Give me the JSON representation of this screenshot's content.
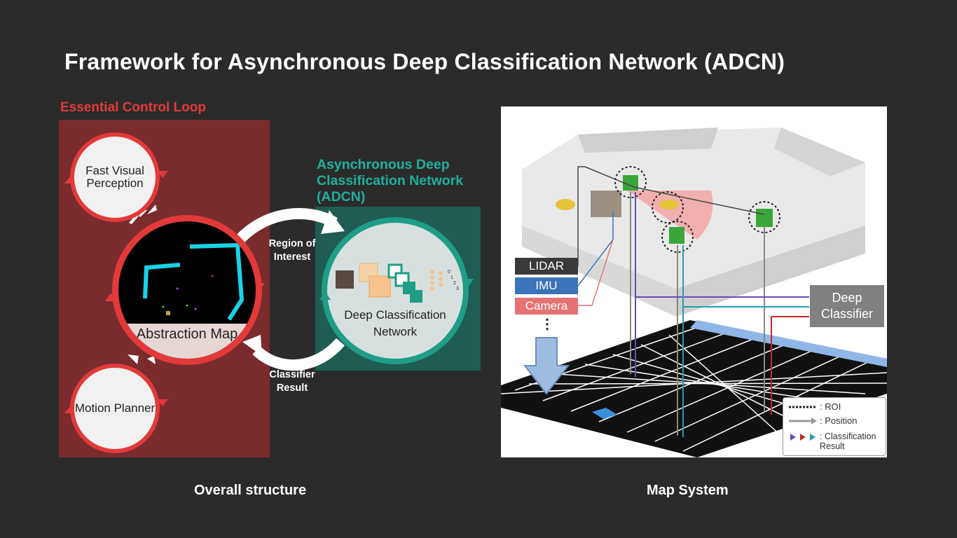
{
  "slide": {
    "title": "Framework for Asynchronous Deep Classification Network (ADCN)"
  },
  "overall_structure": {
    "caption": "Overall structure",
    "essential_control_loop": {
      "title": "Essential Control Loop",
      "color": "#e23a3a",
      "panel_color": "#7a2b2d"
    },
    "nodes": {
      "fast_visual_perception": "Fast Visual Perception",
      "abstraction_map": "Abstraction Map",
      "motion_planner": "Motion Planner"
    },
    "adcn": {
      "title": "Asynchronous Deep Classification Network (ADCN)",
      "color": "#20b09a",
      "panel_color": "#1f5c52",
      "node_label": "Deep Classification Network",
      "nn_output_labels": [
        "0",
        "1",
        "2",
        "3"
      ]
    },
    "flows": {
      "region_of_interest": "Region of Interest",
      "classifier_result": "Classifier Result"
    }
  },
  "map_system": {
    "caption": "Map System",
    "sensors": {
      "lidar": "LIDAR",
      "imu": "IMU",
      "camera": "Camera",
      "ellipsis": "⋮"
    },
    "deep_classifier": "Deep Classifier",
    "legend": {
      "roi": ": ROI",
      "position": ": Position",
      "classification_result": ": Classification Result"
    },
    "colors": {
      "lidar": "#3a3a3a",
      "imu": "#3b74b8",
      "camera": "#e57373",
      "grid_highlight": "#5b9bd5"
    }
  }
}
